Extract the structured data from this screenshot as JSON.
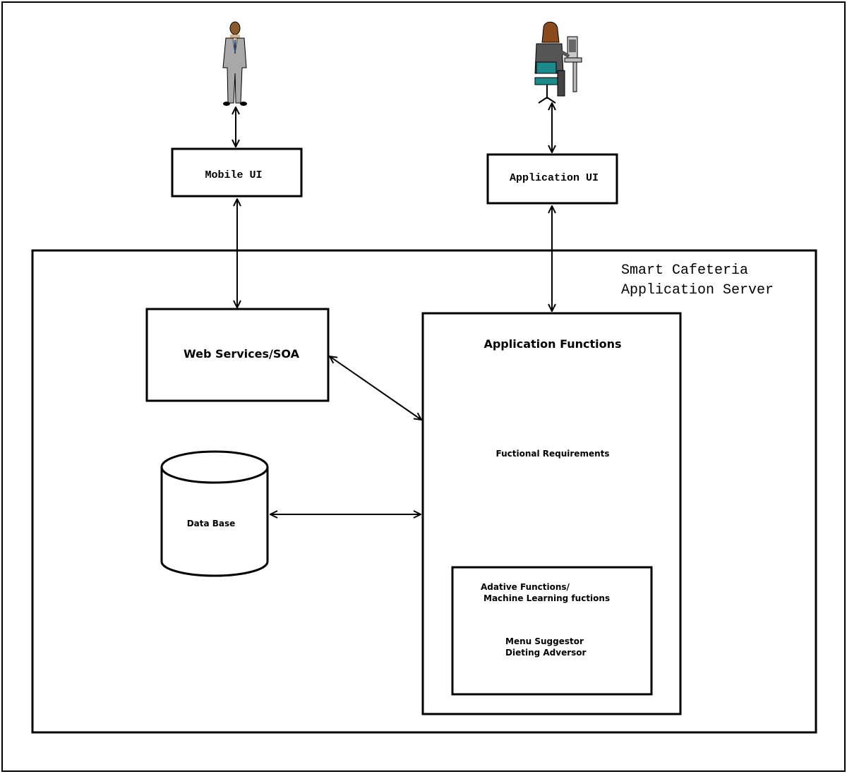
{
  "boxes": {
    "mobile_ui": "Mobile UI",
    "application_ui": "Application UI",
    "server_title_line1": "Smart Cafeteria",
    "server_title_line2": "Application Server",
    "web_services": "Web Services/SOA",
    "application_functions": "Application Functions",
    "functional_requirements": "Fuctional Requirements",
    "database": "Data Base",
    "adaptive_line1": "Adative Functions/",
    "adaptive_line2": "Machine Learning fuctions",
    "menu_line1": "Menu Suggestor",
    "menu_line2": "Dieting Adversor"
  },
  "actors": {
    "mobile_user": "standing-businessman-figure",
    "desktop_user": "seated-computer-user-figure"
  }
}
